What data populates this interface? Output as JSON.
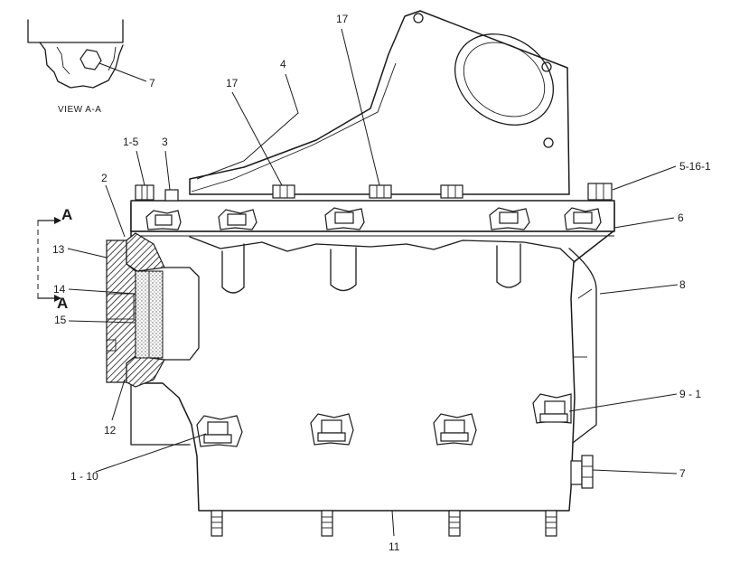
{
  "callouts": {
    "c7_view": "7",
    "view_aa": "VIEW  A-A",
    "c4": "4",
    "c17_top": "17",
    "c17_left": "17",
    "c1_5": "1-5",
    "c3": "3",
    "c5_16_1": "5-16-1",
    "c2": "2",
    "c6": "6",
    "arrow_a_top": "A",
    "c13": "13",
    "arrow_a_bottom": "A",
    "c14": "14",
    "c15": "15",
    "c8": "8",
    "c12": "12",
    "c9_1": "9 - 1",
    "c1_10": "1 - 10",
    "c7": "7",
    "c11": "11"
  }
}
